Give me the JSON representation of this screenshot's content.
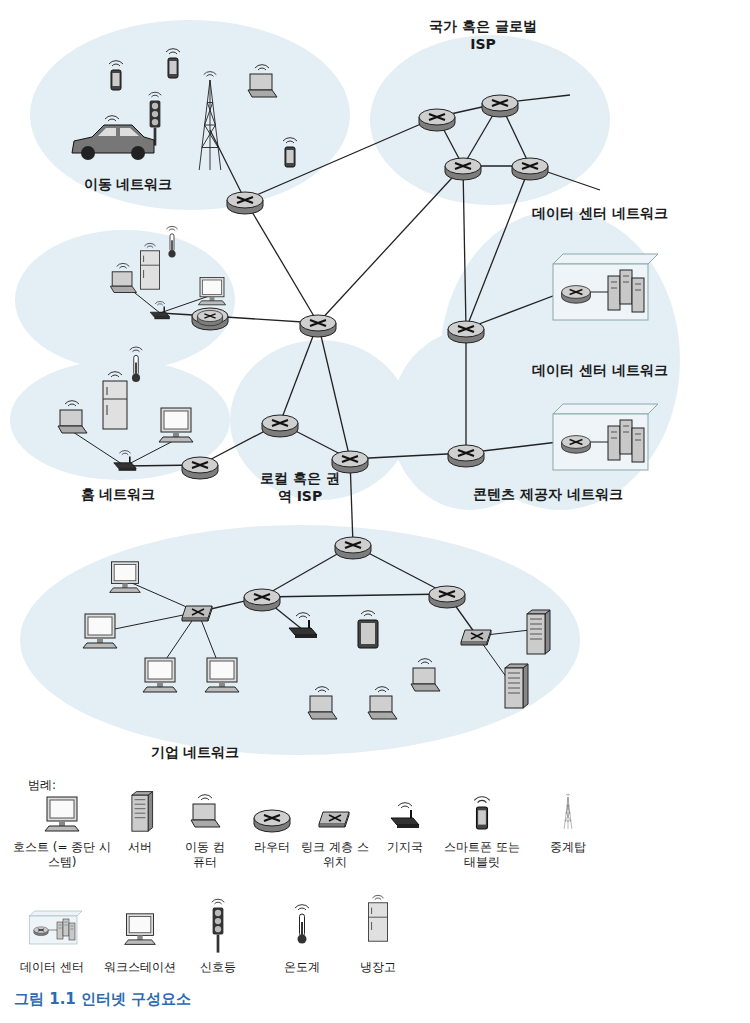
{
  "diagram": {
    "caption": "그림 1.1 인터넷 구성요소",
    "labels": [
      "이동 네트워크",
      "국가 혹은 글로벌 ISP",
      "데이터 센터 네트워크",
      "데이터 센터 네트워크",
      "홈 네트워크",
      "로컬 혹은 권역 ISP",
      "콘텐츠 제공자 네트워크",
      "기업 네트워크",
      "범례:"
    ],
    "legend": [
      {
        "text": "호스트 (= 종단 시스템)"
      },
      {
        "text": "서버"
      },
      {
        "text": "이동 컴퓨터"
      },
      {
        "text": "라우터"
      },
      {
        "text": "링크 계층 스위치"
      },
      {
        "text": "기지국"
      },
      {
        "text": "스마트폰 또는 태블릿"
      },
      {
        "text": "중계탑"
      },
      {
        "text": "데이터 센터"
      },
      {
        "text": "워크스테이션"
      },
      {
        "text": "신호등"
      },
      {
        "text": "온도계"
      },
      {
        "text": "냉장고"
      }
    ]
  }
}
